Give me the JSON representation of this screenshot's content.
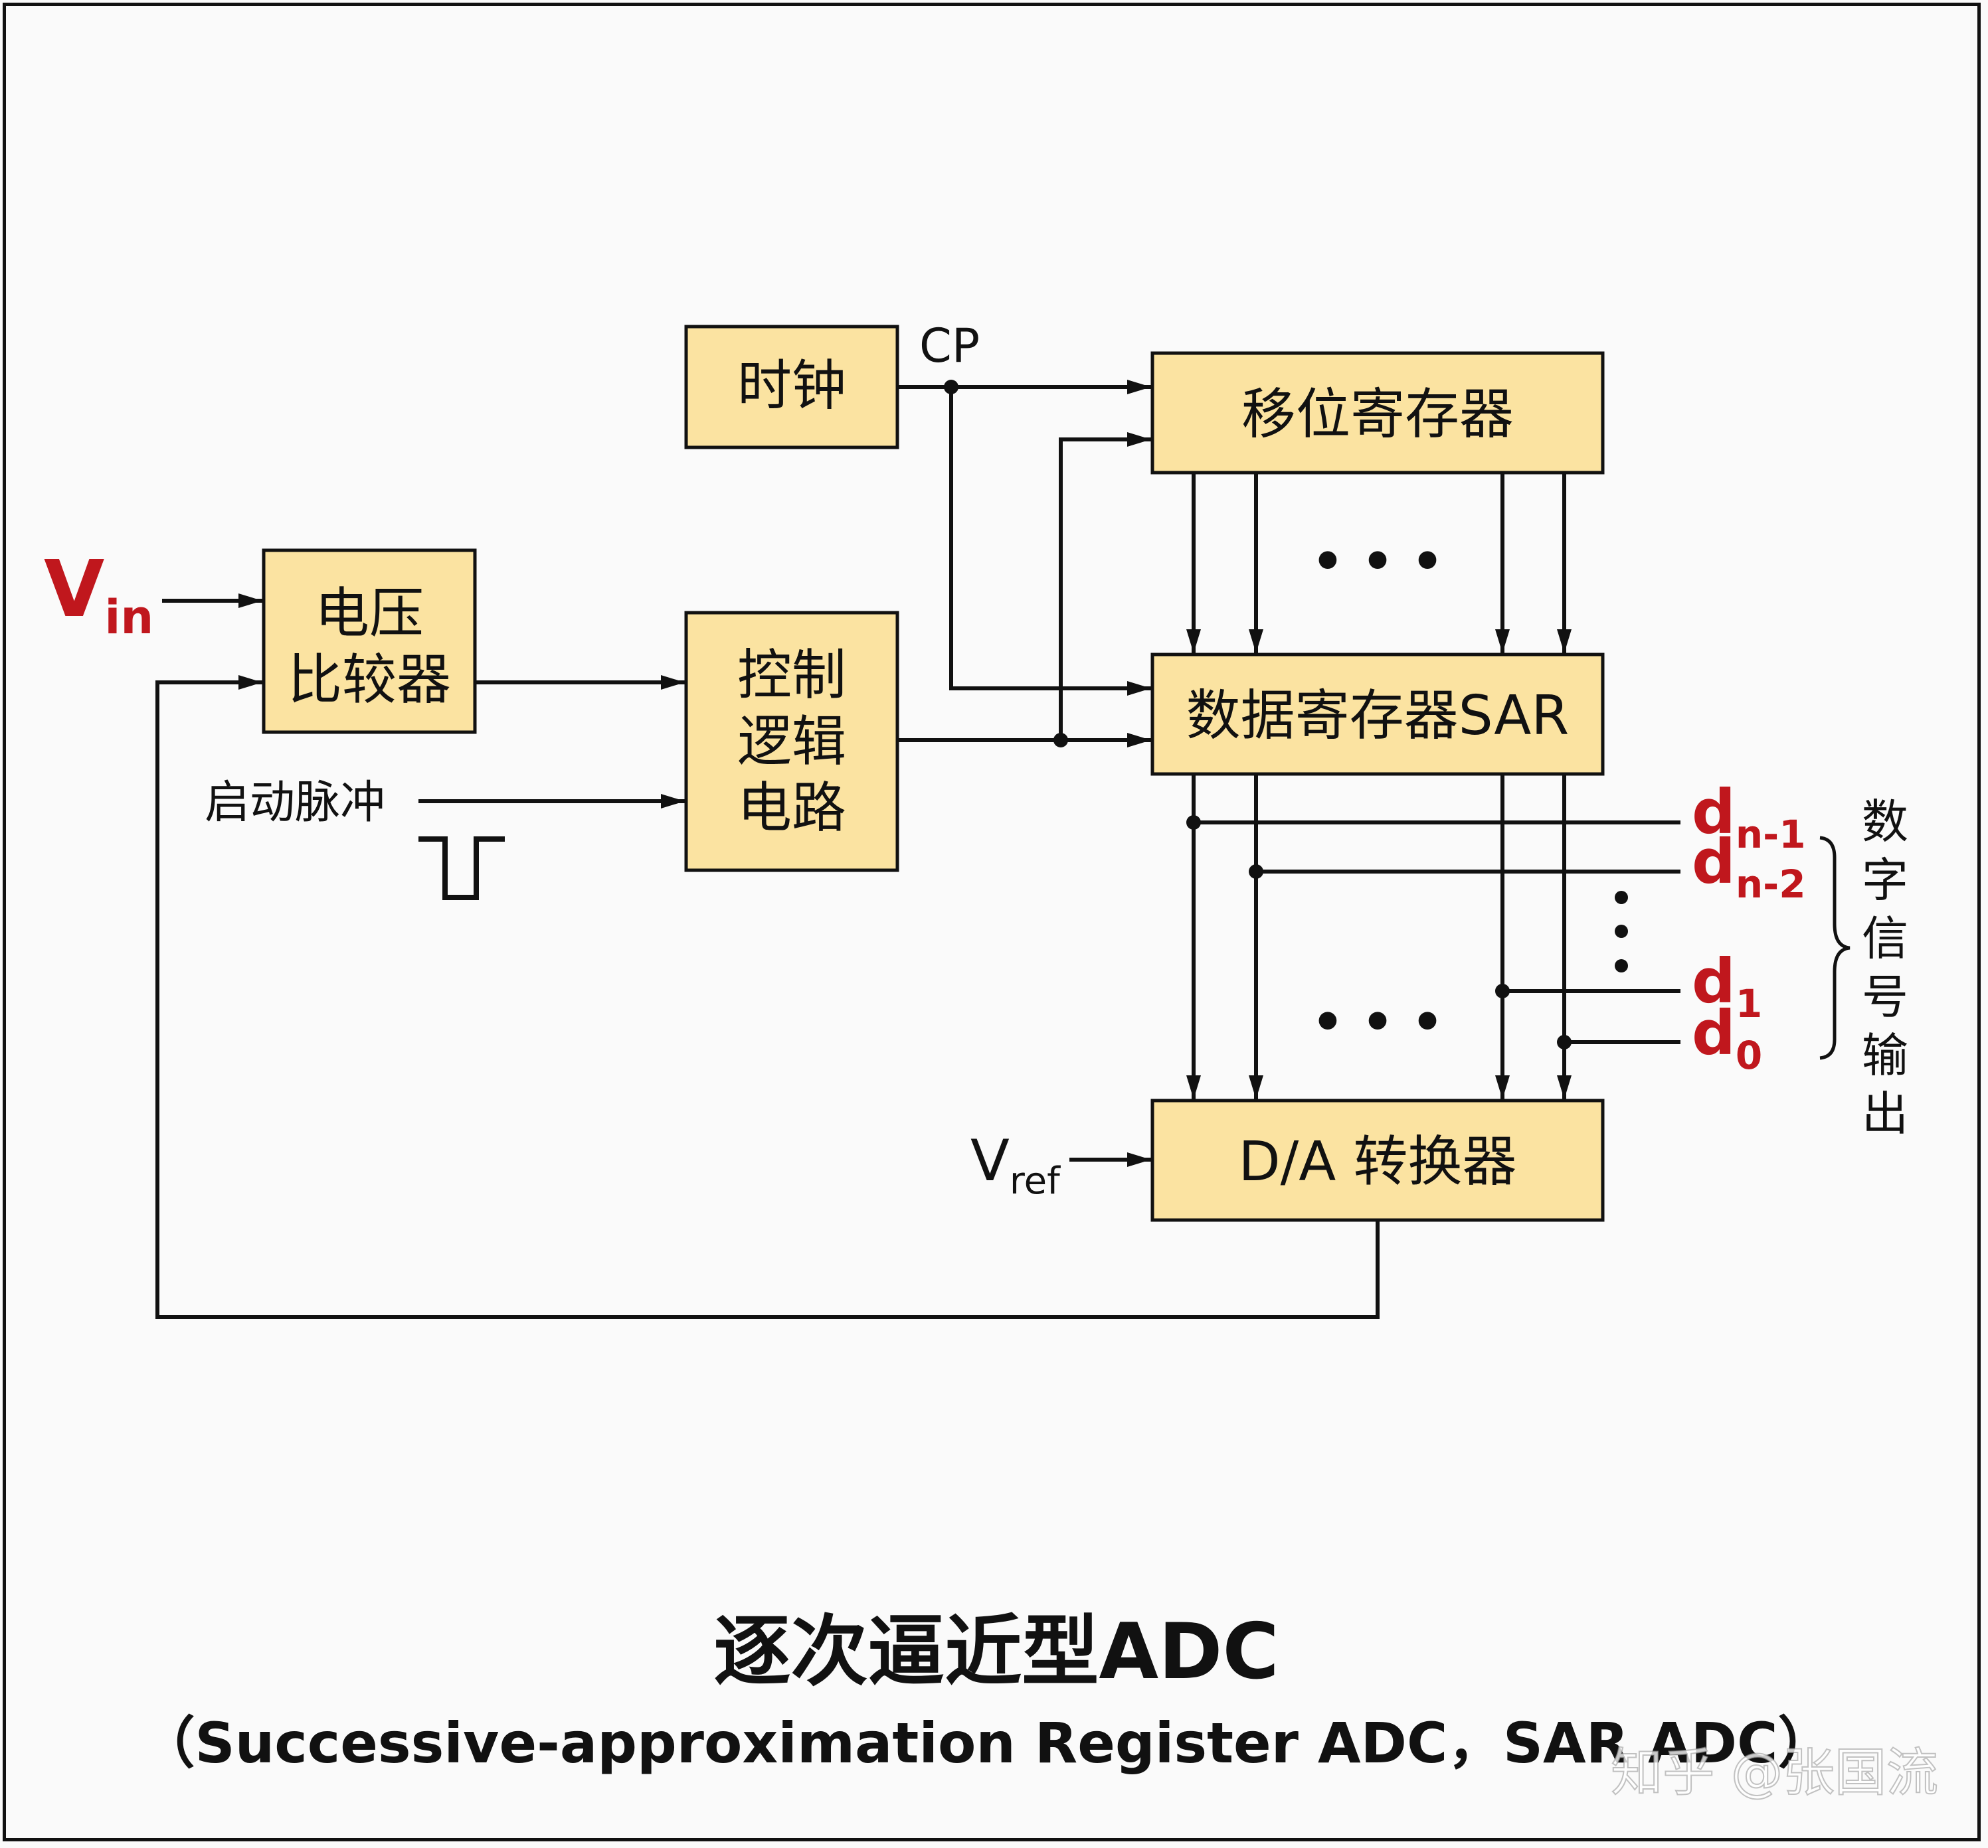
{
  "blocks": {
    "clock": "时钟",
    "shift_register": "移位寄存器",
    "comparator_line1": "电压",
    "comparator_line2": "比较器",
    "control_line1": "控制",
    "control_line2": "逻辑",
    "control_line3": "电路",
    "sar": "数据寄存器SAR",
    "dac": "D/A 转换器"
  },
  "signals": {
    "cp": "CP",
    "vin_main": "V",
    "vin_sub": "in",
    "vref_main": "V",
    "vref_sub": "ref",
    "start_pulse": "启动脉冲",
    "ellipsis": "• • •"
  },
  "outputs": [
    {
      "main": "d",
      "sub": "n-1"
    },
    {
      "main": "d",
      "sub": "n-2"
    },
    {
      "main": "d",
      "sub": "1"
    },
    {
      "main": "d",
      "sub": "0"
    }
  ],
  "output_group_label": [
    "数",
    "字",
    "信",
    "号",
    "输",
    "出"
  ],
  "title": "逐次逼近型ADC",
  "subtitle": "（Successive-approximation Register ADC，SAR ADC）",
  "watermark": "知乎 @张国流",
  "colors": {
    "block_fill": "#fbe3a1",
    "line": "#111111",
    "highlight": "#c0171d"
  }
}
